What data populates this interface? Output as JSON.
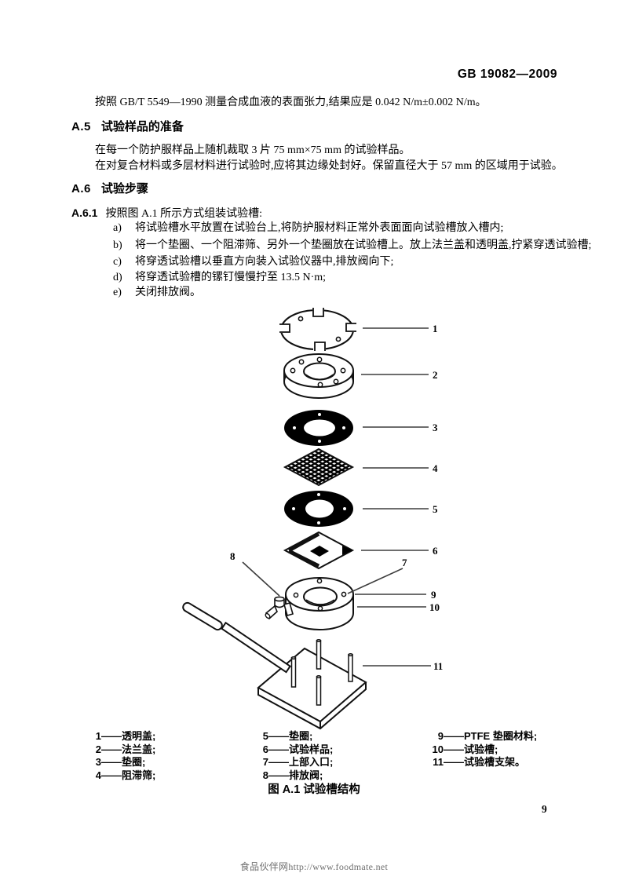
{
  "page": {
    "standard_code": "GB 19082—2009",
    "page_number": "9",
    "watermark": "食品伙伴网http://www.foodmate.net"
  },
  "intro_paragraph": "按照 GB/T 5549—1990 测量合成血液的表面张力,结果应是 0.042 N/m±0.002 N/m。",
  "section_a5": {
    "number": "A.5",
    "title": "试验样品的准备",
    "para1": "在每一个防护服样品上随机裁取 3 片 75 mm×75 mm 的试验样品。",
    "para2": "在对复合材料或多层材料进行试验时,应将其边缘处封好。保留直径大于 57 mm 的区域用于试验。"
  },
  "section_a6": {
    "number": "A.6",
    "title": "试验步骤",
    "clause_number": "A.6.1",
    "clause_text": "按照图 A.1 所示方式组装试验槽:",
    "steps": [
      {
        "label": "a)",
        "text": "将试验槽水平放置在试验台上,将防护服材料正常外表面面向试验槽放入槽内;"
      },
      {
        "label": "b)",
        "text": "将一个垫圈、一个阻滞筛、另外一个垫圈放在试验槽上。放上法兰盖和透明盖,拧紧穿透试验槽;"
      },
      {
        "label": "c)",
        "text": "将穿透试验槽以垂直方向装入试验仪器中,排放阀向下;"
      },
      {
        "label": "d)",
        "text": "将穿透试验槽的镙钉慢慢拧至 13.5 N·m;"
      },
      {
        "label": "e)",
        "text": "关闭排放阀。"
      }
    ]
  },
  "figure": {
    "caption": "图 A.1  试验槽结构",
    "legend_separator": "——",
    "callouts": {
      "c1": "1",
      "c2": "2",
      "c3": "3",
      "c4": "4",
      "c5": "5",
      "c6": "6",
      "c7": "7",
      "c8": "8",
      "c9": "9",
      "c10": "10",
      "c11": "11"
    },
    "legend": [
      {
        "num": "1",
        "name": "透明盖;"
      },
      {
        "num": "2",
        "name": "法兰盖;"
      },
      {
        "num": "3",
        "name": "垫圈;"
      },
      {
        "num": "4",
        "name": "阻滞筛;"
      },
      {
        "num": "5",
        "name": "垫圈;"
      },
      {
        "num": "6",
        "name": "试验样品;"
      },
      {
        "num": "7",
        "name": "上部入口;"
      },
      {
        "num": "8",
        "name": "排放阀;"
      },
      {
        "num": "9",
        "name": "PTFE 垫圈材料;"
      },
      {
        "num": "10",
        "name": "试验槽;"
      },
      {
        "num": "11",
        "name": "试验槽支架。"
      }
    ]
  }
}
